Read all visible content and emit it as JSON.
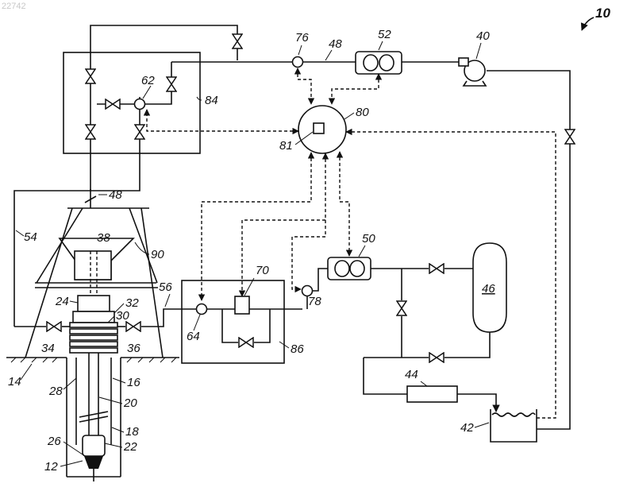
{
  "watermark": "22742",
  "figure_ref": "10",
  "labels": {
    "n12": "12",
    "n14": "14",
    "n16": "16",
    "n18": "18",
    "n20": "20",
    "n22": "22",
    "n24": "24",
    "n26": "26",
    "n28": "28",
    "n30": "30",
    "n32": "32",
    "n34": "34",
    "n36": "36",
    "n38": "38",
    "n40": "40",
    "n42": "42",
    "n44": "44",
    "n46": "46",
    "n48a": "48",
    "n48b": "48",
    "n50": "50",
    "n52": "52",
    "n54": "54",
    "n56": "56",
    "n62": "62",
    "n64": "64",
    "n70": "70",
    "n76": "76",
    "n78": "78",
    "n80": "80",
    "n81": "81",
    "n84": "84",
    "n86": "86",
    "n90": "90"
  }
}
